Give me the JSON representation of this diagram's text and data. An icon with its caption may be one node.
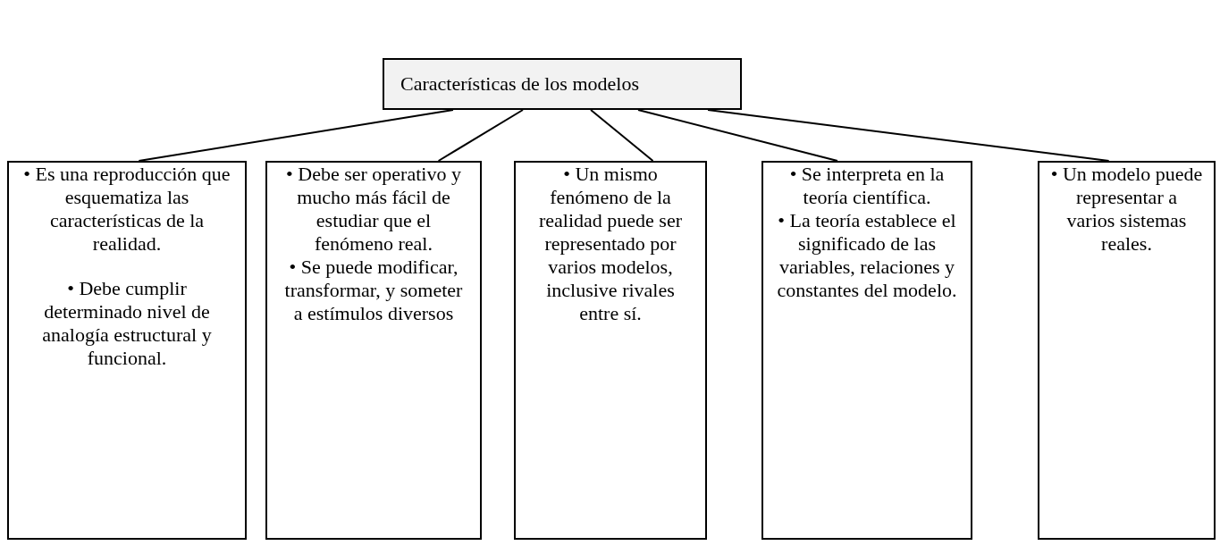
{
  "diagram": {
    "nodes": [
      {
        "text": [
          "Características de los modelos"
        ]
      },
      {
        "text": [
          "• Es una reproducción que esquematiza las características de la realidad.",
          "• Debe cumplir determinado nivel de analogía estructural y funcional."
        ]
      },
      {
        "text": [
          "• Debe ser operativo y mucho más fácil de estudiar que el fenómeno real.",
          "• Se puede modificar, transformar, y someter a estímulos diversos"
        ]
      },
      {
        "text": [
          "• Un mismo fenómeno de la realidad puede ser representado por varios modelos, inclusive rivales entre sí."
        ]
      },
      {
        "text": [
          "• Se interpreta en la teoría científica.",
          "• La teoría establece el significado de las variables, relaciones y constantes del modelo."
        ]
      },
      {
        "text": [
          "• Un modelo puede representar a varios sistemas reales."
        ]
      }
    ],
    "edges": [
      {
        "from": 0,
        "to": 1,
        "arrow": "none"
      },
      {
        "from": 0,
        "to": 2,
        "arrow": "none"
      },
      {
        "from": 0,
        "to": 3,
        "arrow": "none"
      },
      {
        "from": 0,
        "to": 4,
        "arrow": "none"
      },
      {
        "from": 0,
        "to": 5,
        "arrow": "none"
      }
    ]
  }
}
